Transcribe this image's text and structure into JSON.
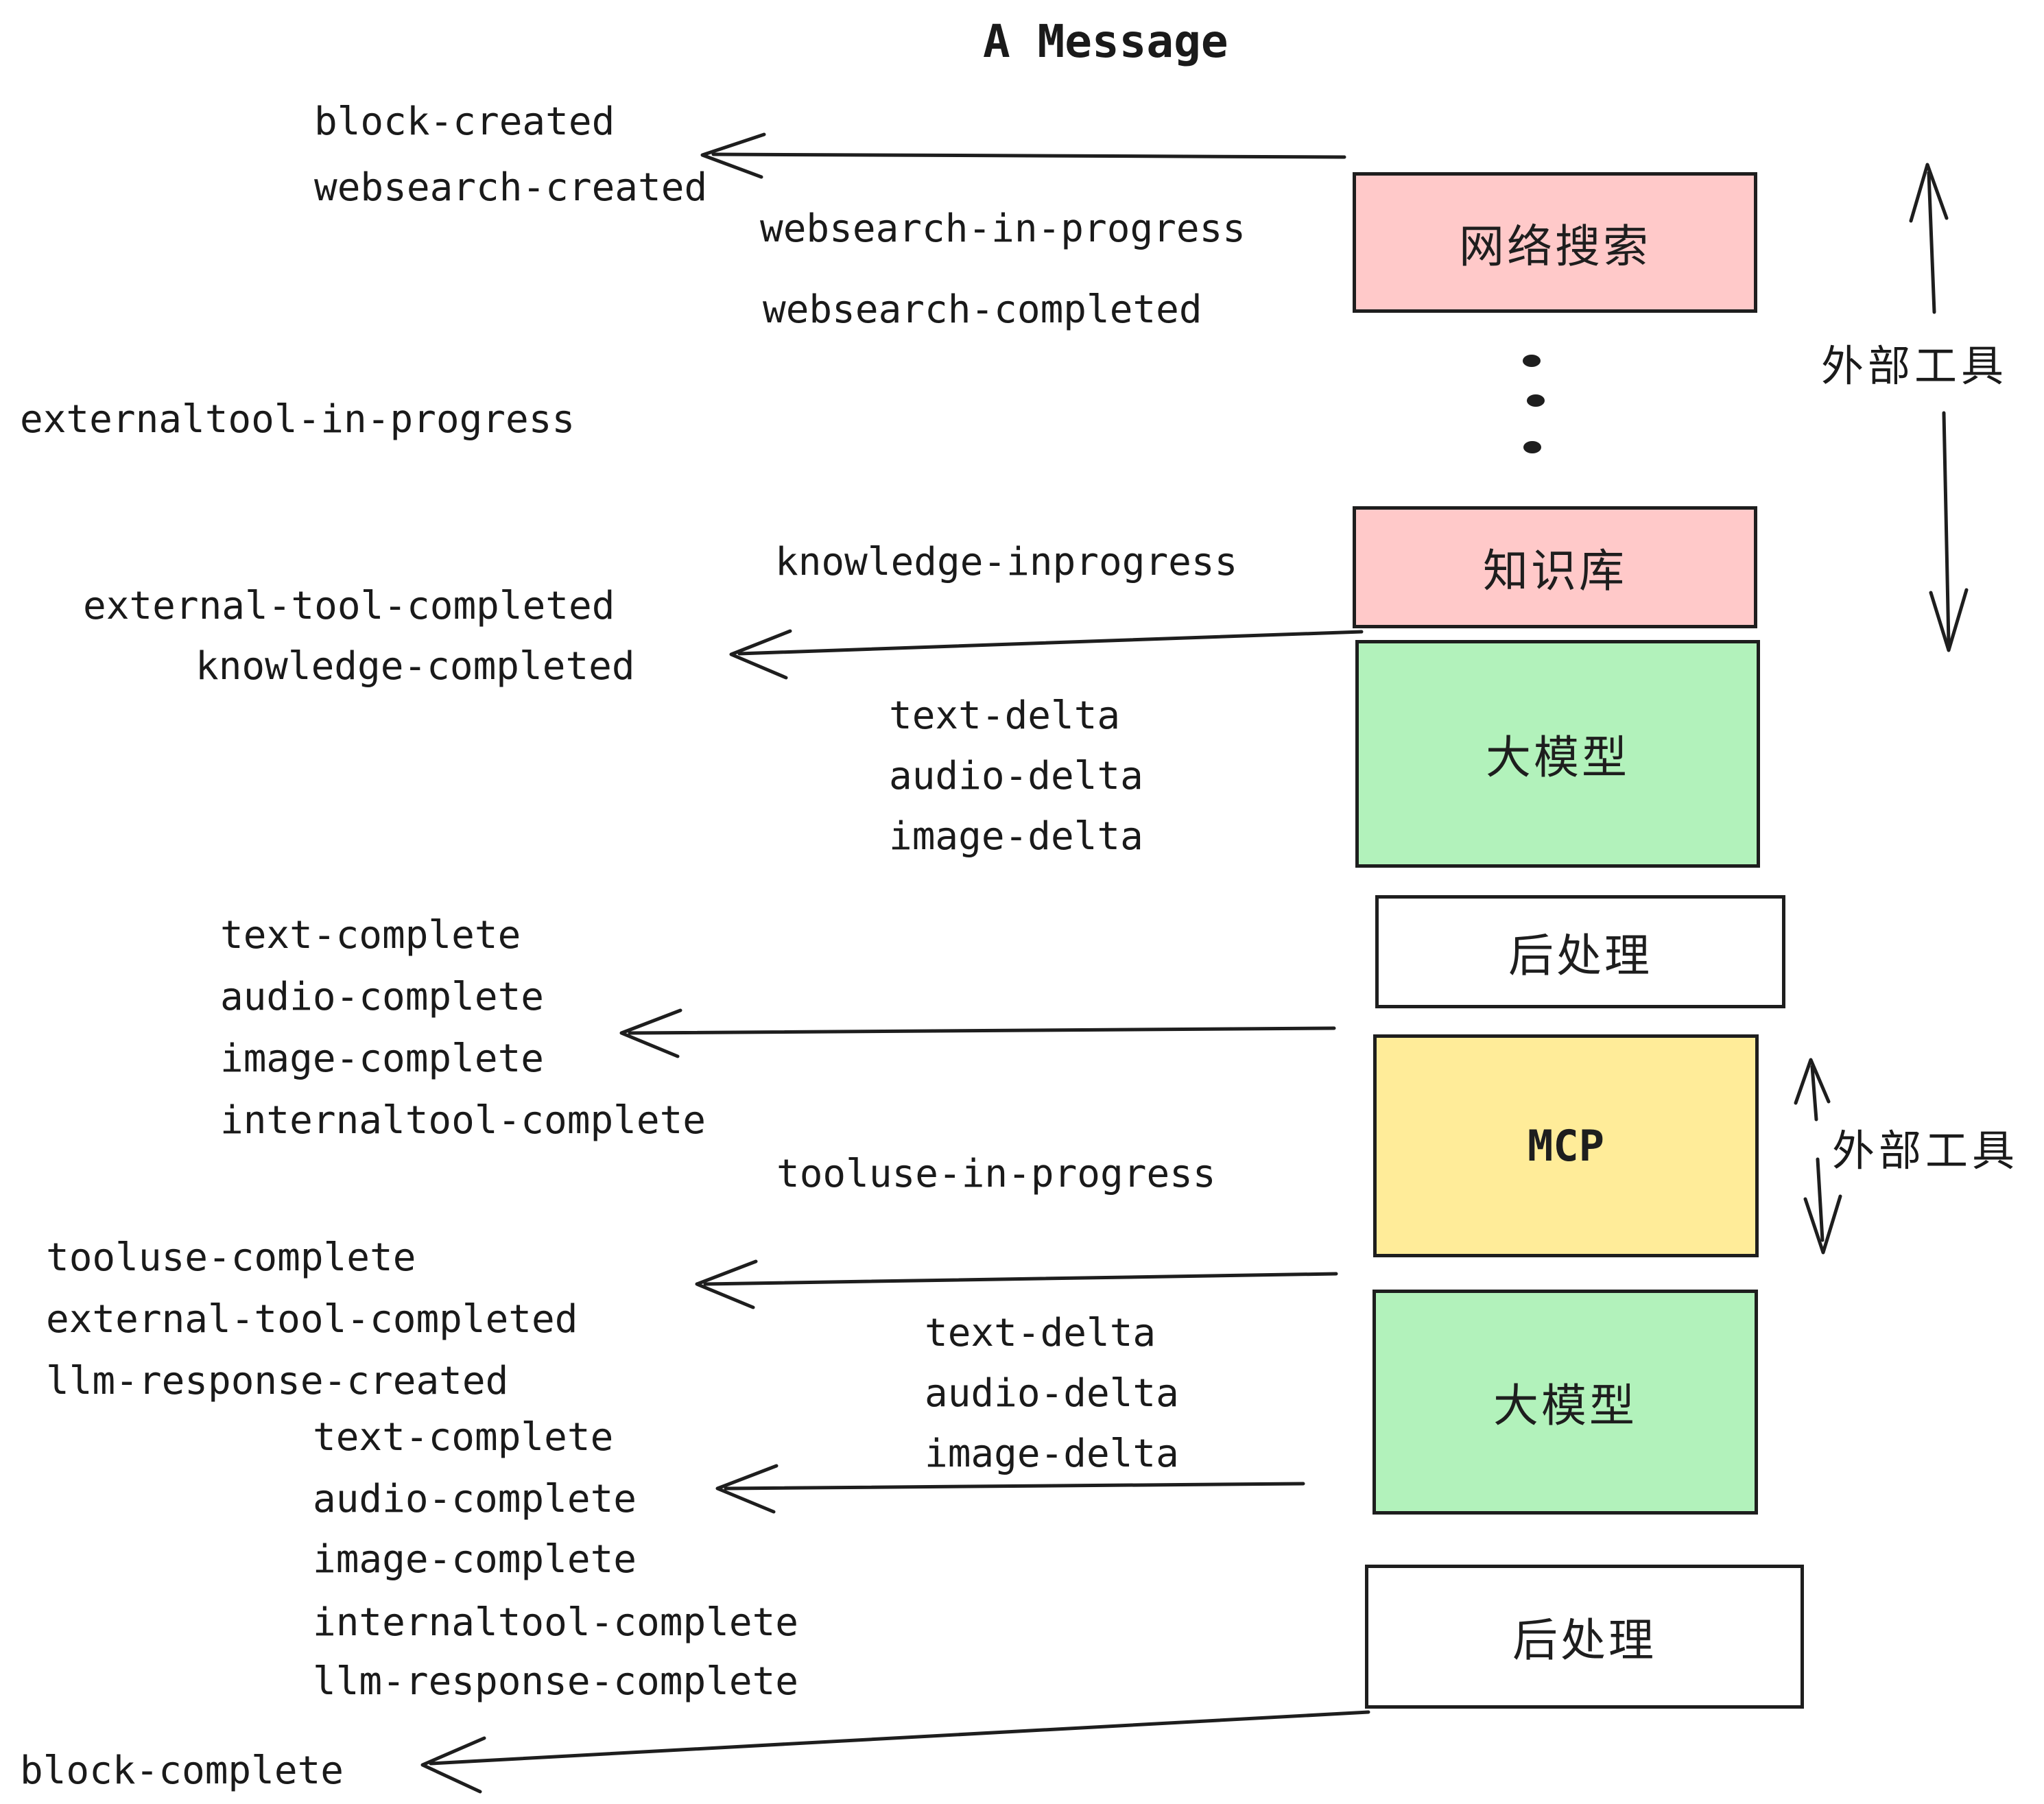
{
  "title": "A Message",
  "colors": {
    "box_pink": "#ffc9c9",
    "box_green": "#b2f2bb",
    "box_yellow": "#ffec99",
    "box_white": "#ffffff",
    "stroke": "#1e1e1e",
    "text": "#1a1a1a",
    "background": "#ffffff"
  },
  "boxes": [
    {
      "label": "网络搜索"
    },
    {
      "label": "知识库"
    },
    {
      "label": "大模型"
    },
    {
      "label": "后处理"
    },
    {
      "label": "MCP"
    },
    {
      "label": "大模型"
    },
    {
      "label": "后处理"
    }
  ],
  "side_labels": [
    {
      "label": "外部工具"
    },
    {
      "label": "外部工具"
    }
  ],
  "events": [
    {
      "text": "block-created"
    },
    {
      "text": "websearch-created"
    },
    {
      "text": "websearch-in-progress"
    },
    {
      "text": "websearch-completed"
    },
    {
      "text": "externaltool-in-progress"
    },
    {
      "text": "knowledge-inprogress"
    },
    {
      "text": "external-tool-completed"
    },
    {
      "text": "knowledge-completed"
    },
    {
      "text": "text-delta"
    },
    {
      "text": "audio-delta"
    },
    {
      "text": "image-delta"
    },
    {
      "text": "text-complete"
    },
    {
      "text": "audio-complete"
    },
    {
      "text": "image-complete"
    },
    {
      "text": "internaltool-complete"
    },
    {
      "text": "tooluse-in-progress"
    },
    {
      "text": "tooluse-complete"
    },
    {
      "text": "external-tool-completed"
    },
    {
      "text": "llm-response-created"
    },
    {
      "text": "text-complete"
    },
    {
      "text": "audio-complete"
    },
    {
      "text": "image-complete"
    },
    {
      "text": "internaltool-complete"
    },
    {
      "text": "llm-response-complete"
    },
    {
      "text": "block-complete"
    },
    {
      "text": "text-delta"
    },
    {
      "text": "audio-delta"
    },
    {
      "text": "image-delta"
    }
  ]
}
